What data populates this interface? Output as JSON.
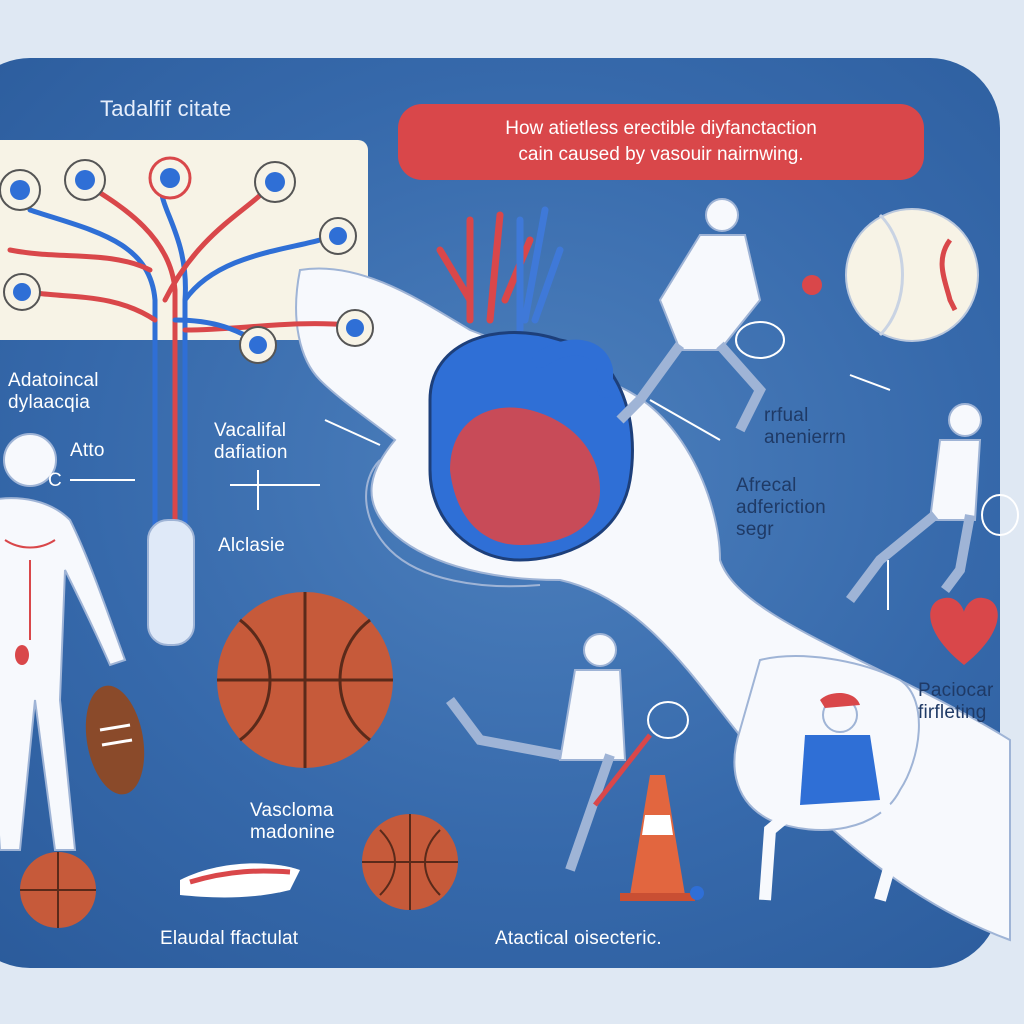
{
  "title": "Tadalfif citate",
  "banner": {
    "line1": "How atietless erectible diyfanctaction",
    "line2": "cain caused by vasouir nairnwing."
  },
  "labels": {
    "adatoincal": "Adatoincal\ndylaacqia",
    "atto": "Atto",
    "c": "C",
    "vacalifal": "Vacalifal\ndafiation",
    "alclasie": "Alclasie",
    "rrfual": "rrfual\nanenierrn",
    "afrecal": "Afrecal\nadferiction\nsegr",
    "paciocar": "Paciocar\nfirfleting",
    "vascloma": "Vascloma\nmadonine",
    "elaudal": "Elaudal ffactulat",
    "atactical": "Atactical oisecteric."
  },
  "colors": {
    "background": "#3669ab",
    "banner": "#d9474a",
    "artery": "#d9474a",
    "vein": "#2f6fd6",
    "ball": "#c65a3a"
  },
  "icons": [
    "blood-vessel-tree-icon",
    "heart-organ-icon",
    "hand-icon",
    "human-body-icon",
    "tennis-player-icon",
    "basketball-icon",
    "football-icon",
    "tennis-ball-icon",
    "traffic-cone-icon",
    "heart-icon",
    "sneaker-icon",
    "sitting-man-icon"
  ]
}
